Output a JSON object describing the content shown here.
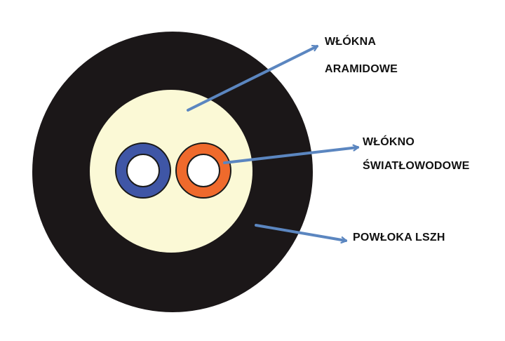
{
  "labels": {
    "aramid_line1": "WŁÓKNA",
    "aramid_line2": "ARAMIDOWE",
    "fiber_line1": "WŁÓKNO",
    "fiber_line2": "ŚWIATŁOWODOWE",
    "jacket": "POWŁOKA LSZH"
  },
  "colors": {
    "jacket": "#1b1718",
    "aramid": "#fbf9d6",
    "fiber_blue": "#3f56a6",
    "fiber_orange": "#ef6a2c",
    "arrow": "#5b86c0"
  }
}
